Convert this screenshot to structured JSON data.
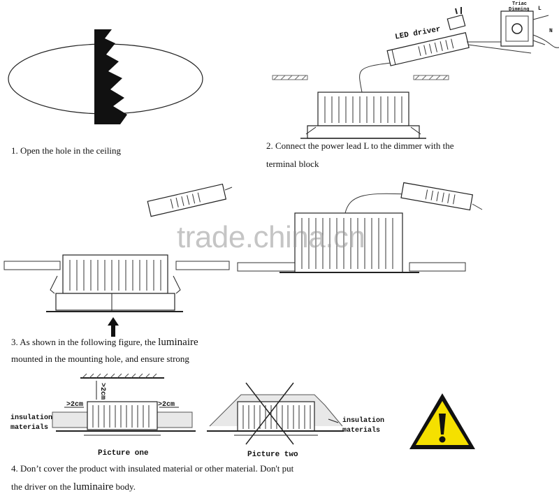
{
  "steps": {
    "s1": "1. Open the hole in the ceiling",
    "s2_line1": "2. Connect the power lead L to the dimmer with the",
    "s2_line2": "terminal block",
    "s3_line1_a": "3. As shown in the following figure, the ",
    "s3_line1_b": "luminaire",
    "s3_line2": "mounted in the mounting hole, and ensure strong",
    "s4_line1": "4. Don’t cover the product with insulated material or other material. Don't put",
    "s4_line2_a": "the driver on the ",
    "s4_line2_b": "luminaire",
    "s4_line2_c": " body."
  },
  "labels": {
    "led_driver": "LED driver",
    "triac": "Triac",
    "dimming": "Dimming",
    "l": "L",
    "n": "N",
    "insulation_1": "insulation",
    "materials_1": "materials",
    "insulation_2": "insulation",
    "materials_2": "materials",
    "gap_left": ">2cm",
    "gap_right": ">2cm",
    "gap_top": ">2cm",
    "picture_one": "Picture one",
    "picture_two": "Picture two"
  },
  "watermark": "trade.china.cn",
  "colors": {
    "warning_yellow": "#f5e000",
    "line": "#222222"
  },
  "icons": {
    "warning": "warning-triangle-icon"
  }
}
